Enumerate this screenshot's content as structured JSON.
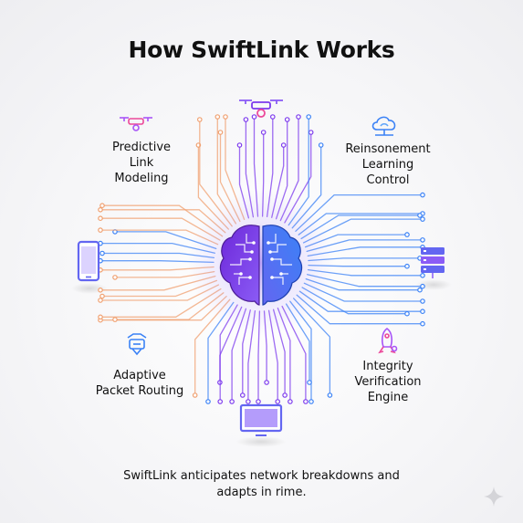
{
  "title": "How SwiftLink Works",
  "center": {
    "icon": "brain-icon"
  },
  "modules": {
    "top_left": {
      "lines": [
        "Predictive",
        "Link",
        "Modeling"
      ],
      "icon": "drone-icon"
    },
    "top_right": {
      "lines": [
        "Reinsonement",
        "Learning",
        "Control"
      ],
      "icon": "cloud-network-icon"
    },
    "bottom_left": {
      "lines": [
        "Adaptive",
        "Packet Routing"
      ],
      "icon": "router-icon"
    },
    "bottom_right": {
      "lines": [
        "Integrity",
        "Verification",
        "Engine"
      ],
      "icon": "rocket-icon"
    }
  },
  "devices": {
    "top": "drone-icon",
    "left": "smartphone-icon",
    "right": "server-icon",
    "bottom": "monitor-icon"
  },
  "caption_lines": [
    "SwiftLink anticipates network breakdowns and",
    "adapts in rime."
  ],
  "colors": {
    "purple": "#7c3aed",
    "blue": "#3b82f6",
    "orange": "#f0a070",
    "text": "#111111"
  }
}
